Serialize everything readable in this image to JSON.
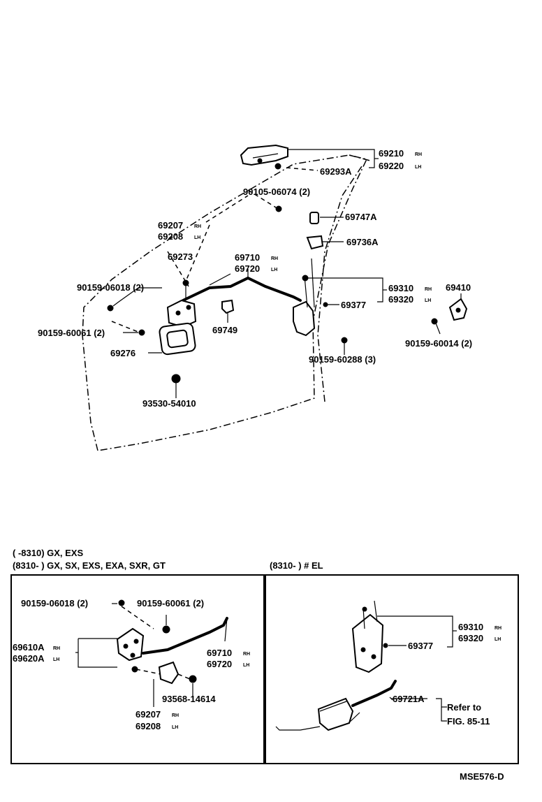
{
  "main": {
    "labels": {
      "p69210": "69210",
      "p69220": "69220",
      "p69293A": "69293A",
      "p90105": "90105-06074 (2)",
      "p69747A": "69747A",
      "p69207": "69207",
      "p69208": "69208",
      "p69736A": "69736A",
      "p69273": "69273",
      "p69710": "69710",
      "p69720": "69720",
      "p90159_06018": "90159-06018 (2)",
      "p69310": "69310",
      "p69320": "69320",
      "p69410": "69410",
      "p69377": "69377",
      "p69749": "69749",
      "p90159_60061": "90159-60061 (2)",
      "p90159_60014": "90159-60014 (2)",
      "p69276": "69276",
      "p90159_60288": "90159-60288 (3)",
      "p93530": "93530-54010"
    },
    "side": {
      "rh": "RH",
      "lh": "LH"
    }
  },
  "lower_left": {
    "header1": "(        -8310) GX, EXS",
    "header2": "(8310-        ) GX, SX, EXS, EXA, SXR, GT",
    "labels": {
      "p90159_06018": "90159-06018 (2)",
      "p90159_60061": "90159-60061 (2)",
      "p69610A": "69610A",
      "p69620A": "69620A",
      "p69710": "69710",
      "p69720": "69720",
      "p93568": "93568-14614",
      "p69207": "69207",
      "p69208": "69208"
    }
  },
  "lower_right": {
    "header": "(8310-        ) # EL",
    "labels": {
      "p69310": "69310",
      "p69320": "69320",
      "p69377": "69377",
      "p69721A": "69721A",
      "refer1": "Refer to",
      "refer2": "FIG. 85-11"
    }
  },
  "footer": {
    "code": "MSE576-D"
  }
}
